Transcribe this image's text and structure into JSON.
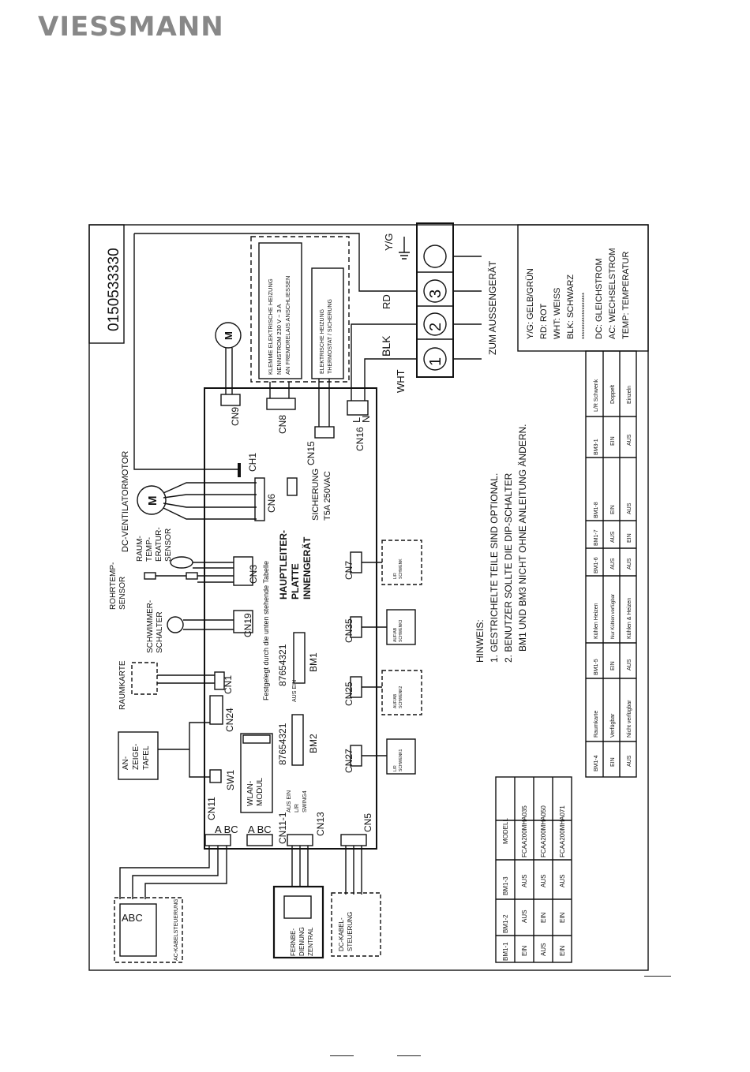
{
  "brand": {
    "logo_text": "VIESSMANN"
  },
  "doc_code": "0150533330",
  "components": {
    "cn9": "CN9",
    "cn8": "CN8",
    "cn16": "CN16",
    "cn15": "CN15",
    "ch1": "CH1",
    "cn6": "CN6",
    "cn3": "CN3",
    "cn19": "CN19",
    "cn1": "CN1",
    "cn24": "CN24",
    "sw1": "SW1",
    "cn11": "CN11",
    "cn11_1": "CN11-1",
    "cn13": "CN13",
    "cn5": "CN5",
    "cn7": "CN7",
    "cn35": "CN35",
    "cn25": "CN25",
    "cn27": "CN27",
    "bm1": "BM1",
    "bm2": "BM2",
    "abc1": "A BC",
    "abc2": "A BC",
    "abc3": "ABC",
    "sw_numbers": "87654321",
    "aus_ein": "AUS EIN",
    "fuse1": "SICHERUNG",
    "fuse2": "T5A 250VAC",
    "board1": "HAUPTLEITER-",
    "board2": "PLATTE",
    "board3": "INNENGERÄT",
    "fixed_note": "Festgelegt durch die unten stehende Tabelle",
    "wlan1": "WLAN-",
    "wlan2": "MODUL",
    "aus_ein_lr": "AUS EIN",
    "lr": "L/R",
    "swing4": "SWING4",
    "l_term": "L",
    "n_term": "N",
    "motor_m": "M",
    "motor_tilde": "~"
  },
  "labels": {
    "dc_fan": "DC-VENTILATORMOTOR",
    "room_temp": [
      "RAUM-",
      "TEMP-",
      "ERATUR-",
      "SENSOR"
    ],
    "pipe_temp": [
      "ROHRTEMP-",
      "SENSOR"
    ],
    "float": [
      "SCHWIMMER-",
      "SCHALTER"
    ],
    "roomcard": "RAUMKARTE",
    "display": [
      "AN-",
      "ZEIGE-",
      "TAFEL"
    ],
    "ac_ctrl": "AC-KABELSTEUERUNG",
    "remote": [
      "FERNBE-",
      "DIENUNG",
      "ZENTRAL"
    ],
    "dc_ctrl": [
      "DC-KABEL-",
      "STEUERUNG"
    ],
    "heat_box": [
      "KLEMME ELEKTRISCHE HEIZUNG",
      "NENNSTROM 230 V ~ 3 A",
      "AN FREMDRELAIS ANSCHLIESSEN"
    ],
    "heat_inner": [
      "ELEKTRISCHE HEIZUNG",
      "THERMOSTAT / SICHERUNG"
    ],
    "swing_lr": [
      "L/R",
      "SCHWENK"
    ],
    "swing_ud": [
      "AUF/AB",
      "SCHWENK3"
    ],
    "swing_ud2": [
      "AUF/AB",
      "SCHWENK2"
    ],
    "swing_lr1": [
      "L/R",
      "SCHWENK1"
    ],
    "wht": "WHT",
    "blk": "BLK",
    "rd": "RD",
    "yg": "Y/G",
    "outdoor": "ZUM AUSSENGERÄT",
    "t1": "1",
    "t2": "2",
    "t3": "3"
  },
  "notes": {
    "title": "HINWEIS:",
    "lines": [
      "1. GESTRICHELTE TEILE SIND OPTIONAL.",
      "2. BENUTZER SOLLTE DIE DIP-SCHALTER",
      "BM1 UND BM3 NICHT OHNE ANLEITUNG ÄNDERN."
    ]
  },
  "legend": [
    "Y/G: GELB/GRÜN",
    "RD: ROT",
    "WHT: WEISS",
    "BLK: SCHWARZ",
    "*******************",
    "DC: GLEICHSTROM",
    "AC: WECHSELSTROM",
    "TEMP: TEMPERATUR"
  ],
  "model_table": {
    "headers": [
      "BM1-1",
      "BM1-2",
      "BM1-3",
      "MODELL"
    ],
    "rows": [
      [
        "EIN",
        "AUS",
        "AUS",
        "FCAA200MHA035"
      ],
      [
        "AUS",
        "EIN",
        "AUS",
        "FCAA200MHA050"
      ],
      [
        "EIN",
        "EIN",
        "AUS",
        "FCAA200MHA071"
      ]
    ]
  },
  "switch_table": {
    "cols": [
      [
        "BM1-4",
        "EIN",
        "AUS"
      ],
      [
        "Raumkarte",
        "Verfügbar",
        "Nicht verfügbar"
      ],
      [
        "BM1-5",
        "EIN",
        "AUS"
      ],
      [
        "Kühlen Heizen",
        "Nur Kühlen verfügbar",
        "Kühlen & Heizen"
      ],
      [
        "BM1-6",
        "AUS",
        "AUS"
      ],
      [
        "BM1-7",
        "AUS",
        "EIN"
      ],
      [
        "BM1-8",
        "EIN",
        "AUS"
      ],
      [
        "BM3-1",
        "EIN",
        "AUS"
      ],
      [
        "L/R Schwenk",
        "Doppelt",
        "Einzeln"
      ]
    ]
  }
}
